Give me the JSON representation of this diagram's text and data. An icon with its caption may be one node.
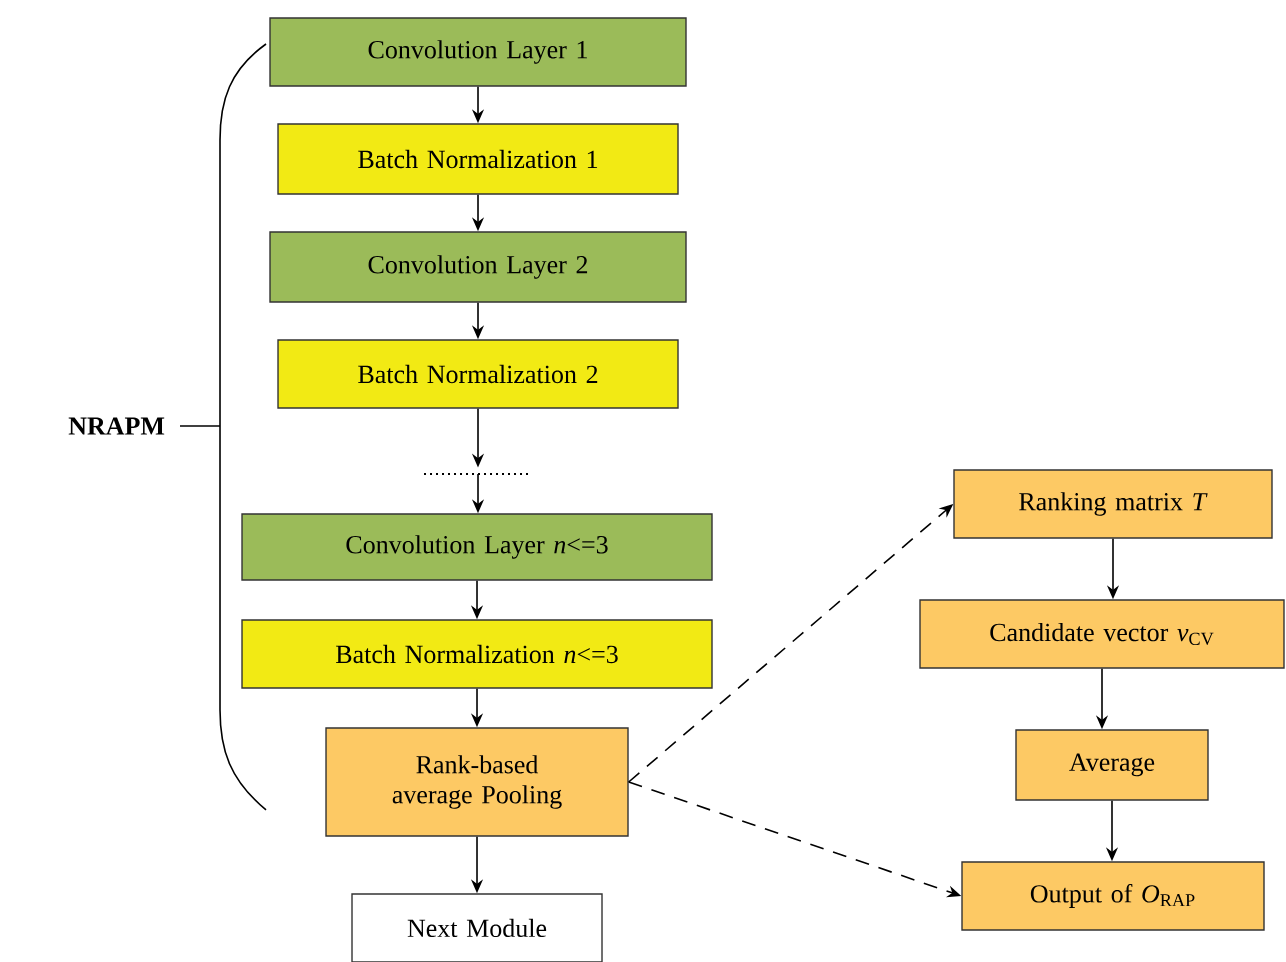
{
  "diagram": {
    "nodes": [
      {
        "text": [
          "Convolution Layer  1"
        ]
      },
      {
        "text": [
          "Batch Normalization  1"
        ]
      },
      {
        "text": [
          "Convolution Layer  2"
        ]
      },
      {
        "text": [
          "Batch Normalization  2"
        ]
      },
      {
        "text": [],
        "shape": "dots"
      },
      {
        "text": [
          "Convolution Layer  *n*<=3"
        ]
      },
      {
        "text": [
          "Batch Normalization  *n*<=3"
        ]
      },
      {
        "text": [
          "Rank-based average Pooling"
        ]
      },
      {
        "text": [
          "Next Module"
        ]
      },
      {
        "text": [
          "Ranking matrix  *T*"
        ]
      },
      {
        "text": [
          "Candidate vector  *v*$_{CV}$"
        ]
      },
      {
        "text": [
          "Average"
        ]
      },
      {
        "text": [
          "Output of  *O*$_{RAP}$"
        ]
      }
    ],
    "edges": [
      {
        "from": 0,
        "to": 1,
        "arrow": "to"
      },
      {
        "from": 1,
        "to": 2,
        "arrow": "to"
      },
      {
        "from": 2,
        "to": 3,
        "arrow": "to"
      },
      {
        "from": 3,
        "to": 4,
        "arrow": "to"
      },
      {
        "from": 4,
        "to": 5,
        "arrow": "to"
      },
      {
        "from": 5,
        "to": 6,
        "arrow": "to"
      },
      {
        "from": 6,
        "to": 7,
        "arrow": "to"
      },
      {
        "from": 7,
        "to": 8,
        "arrow": "to"
      },
      {
        "from": 7,
        "to": 9,
        "arrow": "to",
        "style": "dashed"
      },
      {
        "from": 7,
        "to": 12,
        "arrow": "to",
        "style": "dashed"
      },
      {
        "from": 9,
        "to": 10,
        "arrow": "to"
      },
      {
        "from": 10,
        "to": 11,
        "arrow": "to"
      },
      {
        "from": 11,
        "to": 12,
        "arrow": "to"
      }
    ],
    "labels": [
      "NRAPM"
    ]
  }
}
